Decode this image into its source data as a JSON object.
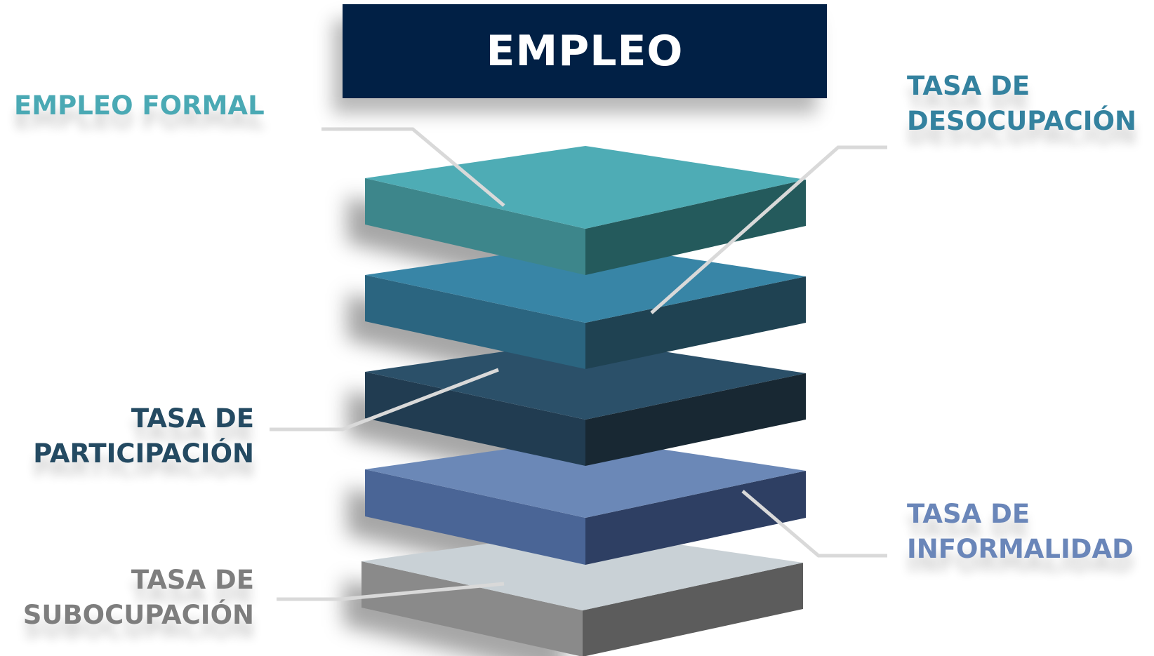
{
  "title": "EMPLEO",
  "labels": {
    "empleo_formal": "EMPLEO FORMAL",
    "desocupacion_line1": "TASA DE",
    "desocupacion_line2": "DESOCUPACIÓN",
    "participacion_line1": "TASA DE",
    "participacion_line2": "PARTICIPACIÓN",
    "informalidad_line1": "TASA DE",
    "informalidad_line2": "INFORMALIDAD",
    "subocupacion_line1": "TASA DE",
    "subocupacion_line2": "SUBOCUPACIÓN"
  },
  "colors": {
    "title_bg": "#012045",
    "empleo_formal": "#4aa9b4",
    "desocupacion": "#34829f",
    "participacion": "#244a62",
    "informalidad": "#6a86b9",
    "subocupacion": "#7e7e7e",
    "connector": "#d9d9d9"
  },
  "layers": [
    {
      "name": "layer-empleo-formal",
      "top": "#4eacb5",
      "left": "#3d868b",
      "right": "#245a5c"
    },
    {
      "name": "layer-desocupacion",
      "top": "#3885a6",
      "left": "#2b6580",
      "right": "#1f4252"
    },
    {
      "name": "layer-participacion",
      "top": "#2b5069",
      "left": "#213c51",
      "right": "#182833"
    },
    {
      "name": "layer-informalidad",
      "top": "#6b88b7",
      "left": "#4a6596",
      "right": "#2e3f63"
    },
    {
      "name": "layer-subocupacion",
      "top": "#c9d1d6",
      "left": "#8a8a8a",
      "right": "#5c5c5c"
    }
  ]
}
